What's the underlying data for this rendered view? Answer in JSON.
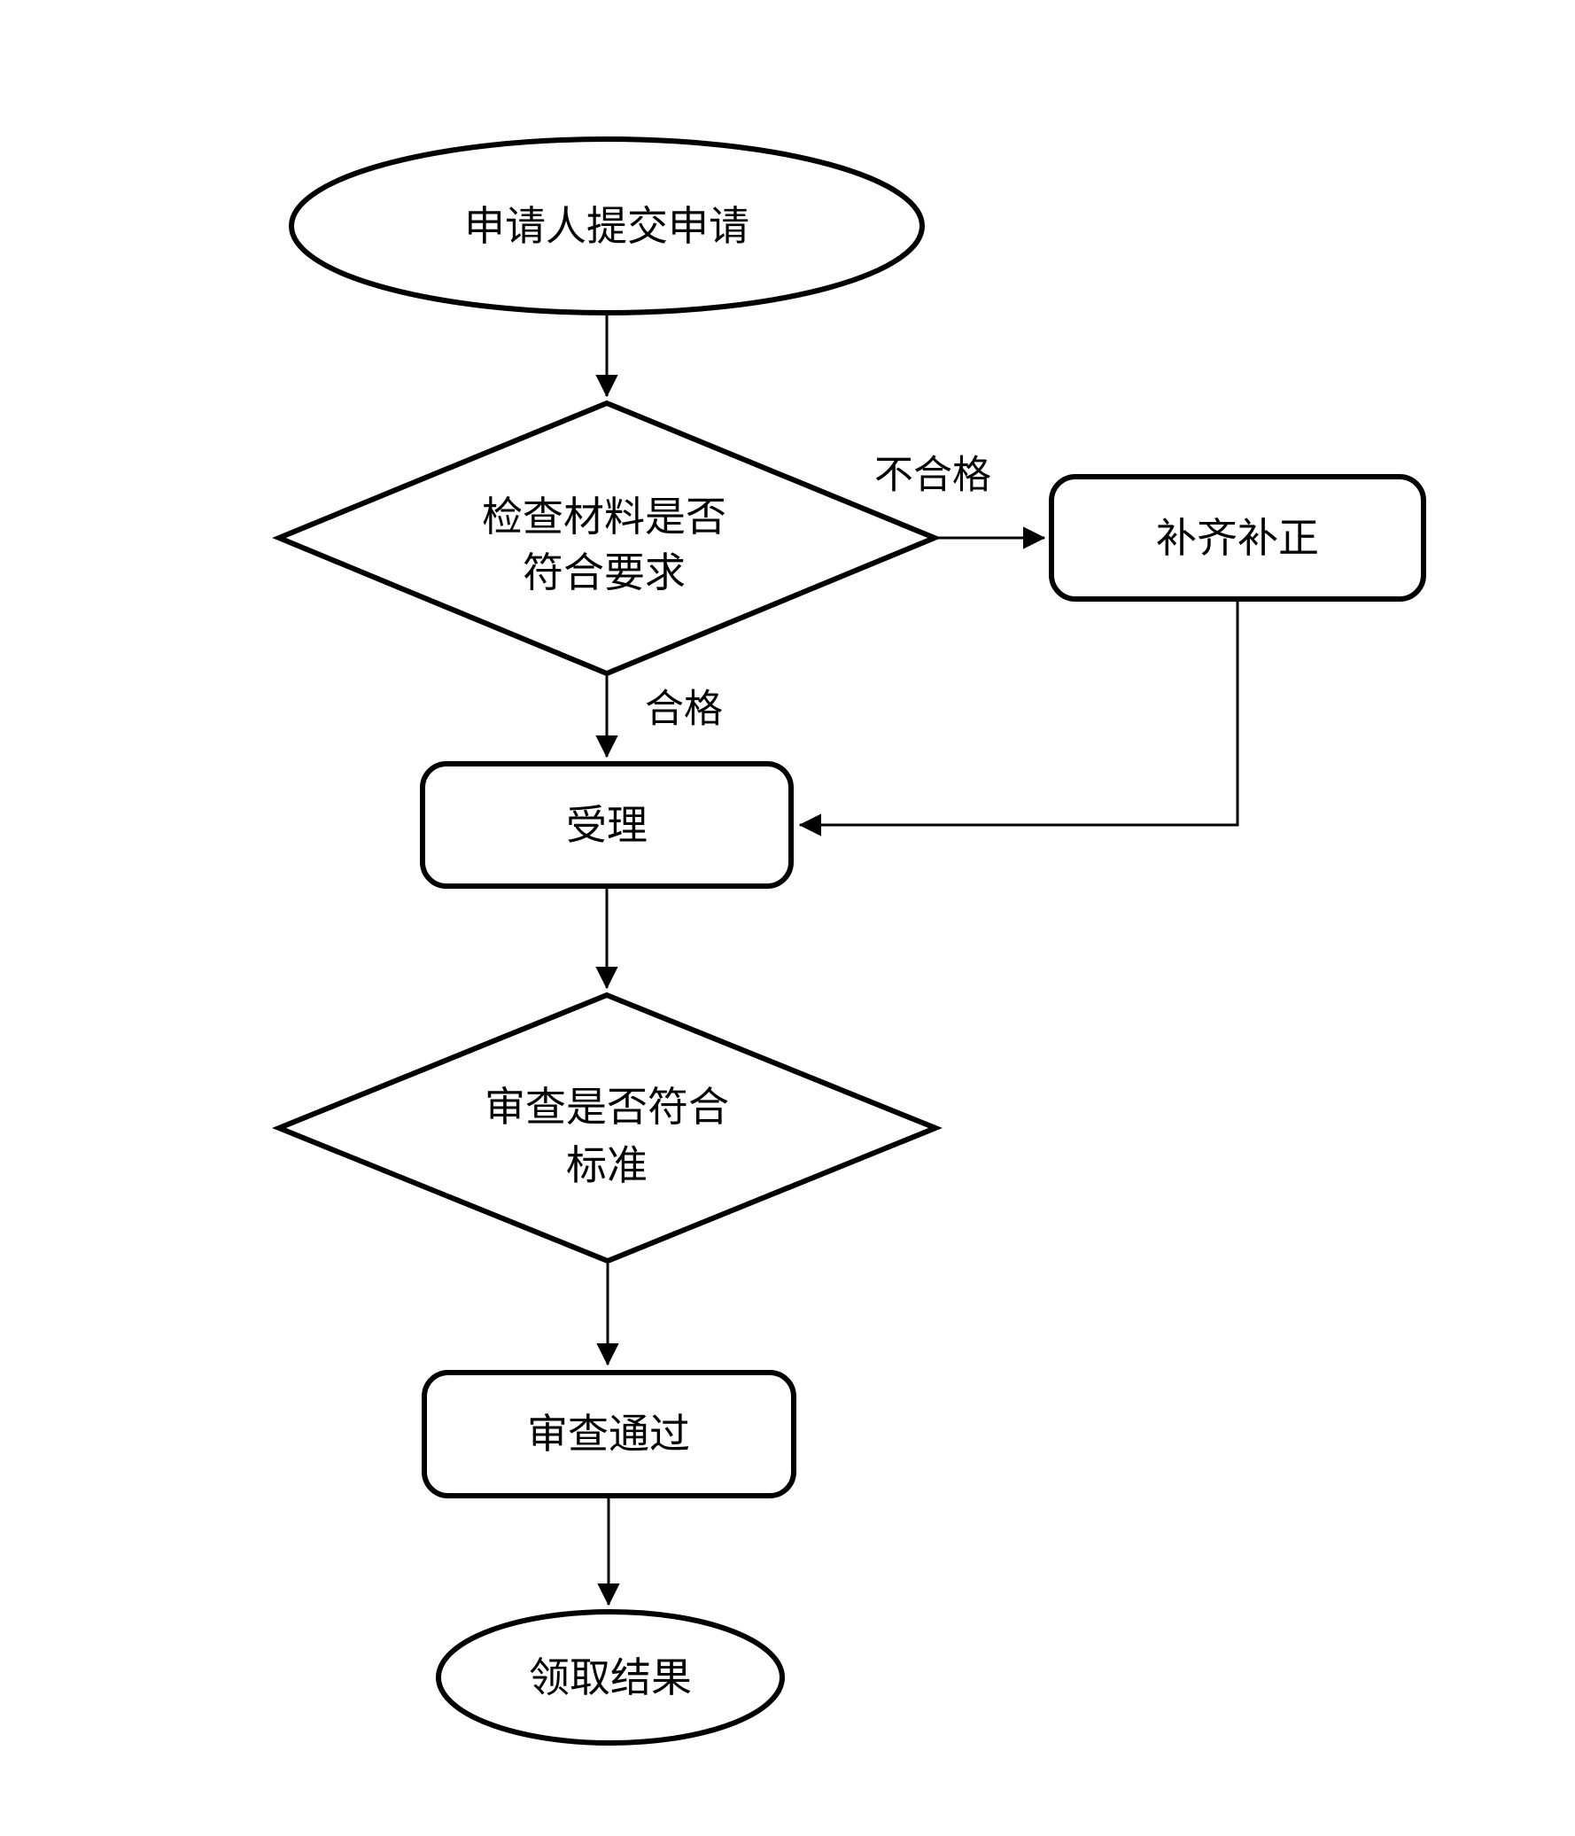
{
  "page": {
    "background": "#ffffff"
  },
  "diagram": {
    "colors": {
      "stroke": "#000000",
      "shape_fill": "#ffffff",
      "text": "#000000"
    },
    "nodes": {
      "start": {
        "type": "terminator-ellipse",
        "label": "申请人提交申请"
      },
      "check": {
        "type": "decision-diamond",
        "line1": "检查材料是否",
        "line2": "符合要求"
      },
      "supplement": {
        "type": "process-rounded-rect",
        "label": "补齐补正"
      },
      "accept": {
        "type": "process-rounded-rect",
        "label": "受理"
      },
      "review": {
        "type": "decision-diamond",
        "line1": "审查是否符合",
        "line2": "标准"
      },
      "passed": {
        "type": "process-rounded-rect",
        "label": "审查通过"
      },
      "result": {
        "type": "terminator-ellipse",
        "label": "领取结果"
      }
    },
    "edges": {
      "fail_label": "不合格",
      "pass_label": "合格"
    }
  }
}
